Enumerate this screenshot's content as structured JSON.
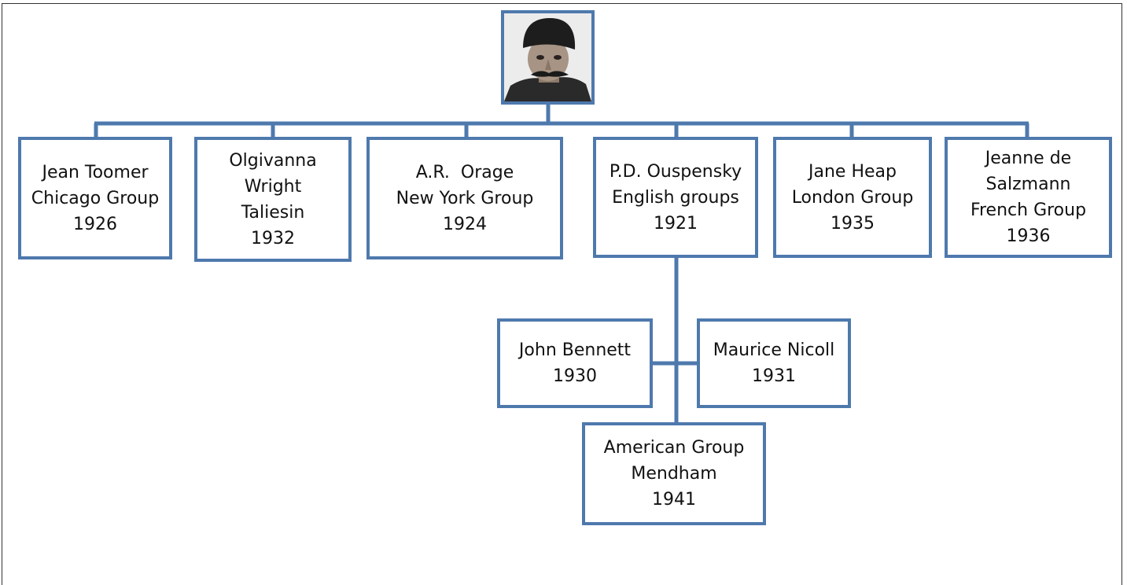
{
  "root": {
    "image": "portrait-photo"
  },
  "nodes": {
    "toomer": {
      "name": "Jean Toomer",
      "group": "Chicago Group",
      "year": "1926"
    },
    "olgivanna": {
      "name1": "Olgivanna",
      "name2": "Wright",
      "group": "Taliesin",
      "year": "1932"
    },
    "orage": {
      "name": "A.R.  Orage",
      "group": "New York Group",
      "year": "1924"
    },
    "ouspensky": {
      "name": "P.D. Ouspensky",
      "group": "English groups",
      "year": "1921"
    },
    "heap": {
      "name": "Jane Heap",
      "group": "London Group",
      "year": "1935"
    },
    "salzmann": {
      "name1": "Jeanne de",
      "name2": "Salzmann",
      "group": "French Group",
      "year": "1936"
    },
    "bennett": {
      "name": "John Bennett",
      "year": "1930"
    },
    "nicoll": {
      "name": "Maurice Nicoll",
      "year": "1931"
    },
    "american": {
      "name": "American Group",
      "place": "Mendham",
      "year": "1941"
    }
  },
  "colors": {
    "border": "#4e79ad",
    "line": "#4e79ad"
  }
}
